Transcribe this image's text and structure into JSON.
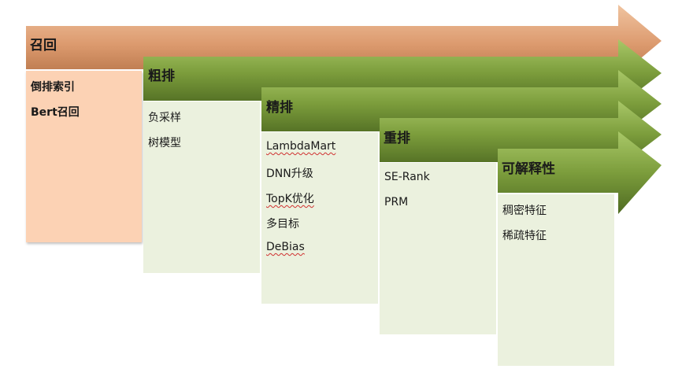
{
  "stages": [
    {
      "id": "recall",
      "title": "召回",
      "items": [
        "倒排索引",
        "Bert召回"
      ],
      "spell_flagged": []
    },
    {
      "id": "coarse",
      "title": "粗排",
      "items": [
        "负采样",
        "树模型"
      ],
      "spell_flagged": []
    },
    {
      "id": "fine",
      "title": "精排",
      "items": [
        "LambdaMart",
        "DNN升级",
        "TopK优化",
        "多目标",
        "DeBias"
      ],
      "spell_flagged": [
        0,
        2,
        4
      ]
    },
    {
      "id": "rerank",
      "title": "重排",
      "items": [
        "SE-Rank",
        "PRM"
      ],
      "spell_flagged": []
    },
    {
      "id": "explain",
      "title": "可解释性",
      "items": [
        "稠密特征",
        "稀疏特征"
      ],
      "spell_flagged": []
    }
  ],
  "colors": {
    "recall_arrow": "#d9956a",
    "recall_panel": "#fcd2b4",
    "green_arrow": "#7a9c3a",
    "green_panel": "#ebf1de"
  }
}
